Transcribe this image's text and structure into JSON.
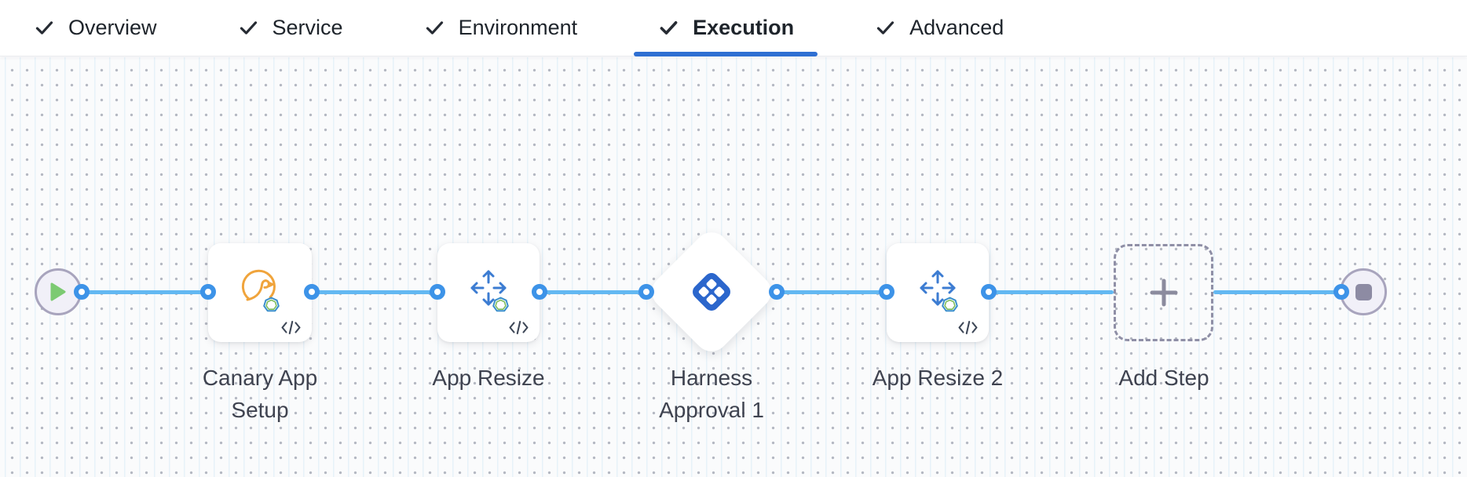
{
  "tabs": [
    {
      "label": "Overview",
      "checked": true,
      "active": false
    },
    {
      "label": "Service",
      "checked": true,
      "active": false
    },
    {
      "label": "Environment",
      "checked": true,
      "active": false
    },
    {
      "label": "Execution",
      "checked": true,
      "active": true
    },
    {
      "label": "Advanced",
      "checked": true,
      "active": false
    }
  ],
  "pipeline": {
    "start_node": {
      "name": "start"
    },
    "steps": [
      {
        "name": "Canary App Setup",
        "type": "step",
        "icon": "canary-bird-icon",
        "label_lines": [
          "Canary App",
          "Setup"
        ]
      },
      {
        "name": "App Resize",
        "type": "step",
        "icon": "resize-arrows-icon",
        "label_lines": [
          "App Resize"
        ]
      },
      {
        "name": "Harness Approval 1",
        "type": "approval",
        "icon": "harness-logo-icon",
        "label_lines": [
          "Harness",
          "Approval 1"
        ]
      },
      {
        "name": "App Resize 2",
        "type": "step",
        "icon": "resize-arrows-icon",
        "label_lines": [
          "App Resize 2"
        ]
      }
    ],
    "add_step": {
      "label": "Add Step",
      "icon": "plus-icon"
    },
    "end_node": {
      "name": "end"
    }
  },
  "colors": {
    "active_tab_underline": "#2e6fd2",
    "tab_text": "#1e242b",
    "connector_line": "#63b8f2",
    "connector_ring": "#3d93e8",
    "harness_logo_blue": "#2b66cc",
    "canary_orange": "#f0a43c",
    "resize_arrow_blue": "#3c7cd2",
    "play_green": "#7cca72",
    "stop_gray": "#8d8ba3",
    "node_label_text": "#3f4350",
    "canvas_bg": "#fafbfc"
  }
}
